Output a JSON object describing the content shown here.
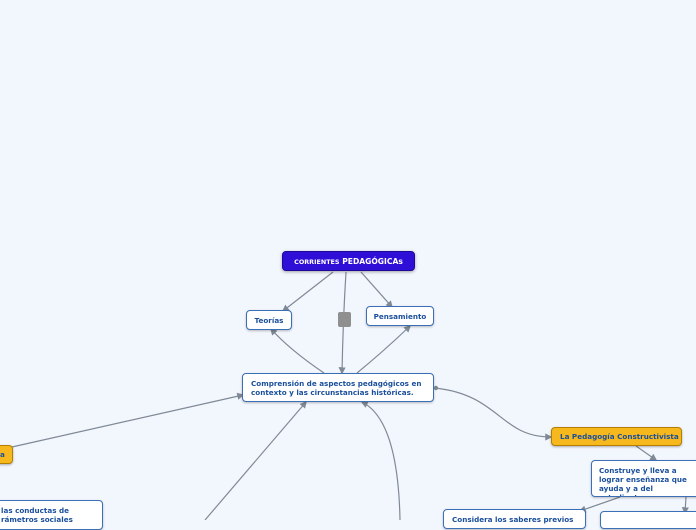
{
  "colors": {
    "background": "#f2f6fd",
    "connector": "#7f8a96",
    "root_fill": "#2f0fd8",
    "highlight_fill": "#f6b81c",
    "node_border": "#3b6fb6",
    "text": "#1a4f9c"
  },
  "nodes": {
    "root": {
      "label_small": "CORRIENTES",
      "label_large": "PEDAGÓGICAs"
    },
    "teorias": {
      "label": "Teorías"
    },
    "pensamiento": {
      "label": "Pensamiento"
    },
    "comprension": {
      "label": "Comprensión de aspectos pedagógicos en contexto y las circunstancias históricas."
    },
    "constructivista": {
      "label": "La Pedagogía Constructivista"
    },
    "left_yellow": {
      "label": "a"
    },
    "construye": {
      "label": "Construye y lleva a lograr enseñanza que ayuda y a del estudiante"
    },
    "considera": {
      "label": "Considera los saberes previos"
    },
    "conductas": {
      "label": "las conductas de rámetros sociales"
    }
  }
}
